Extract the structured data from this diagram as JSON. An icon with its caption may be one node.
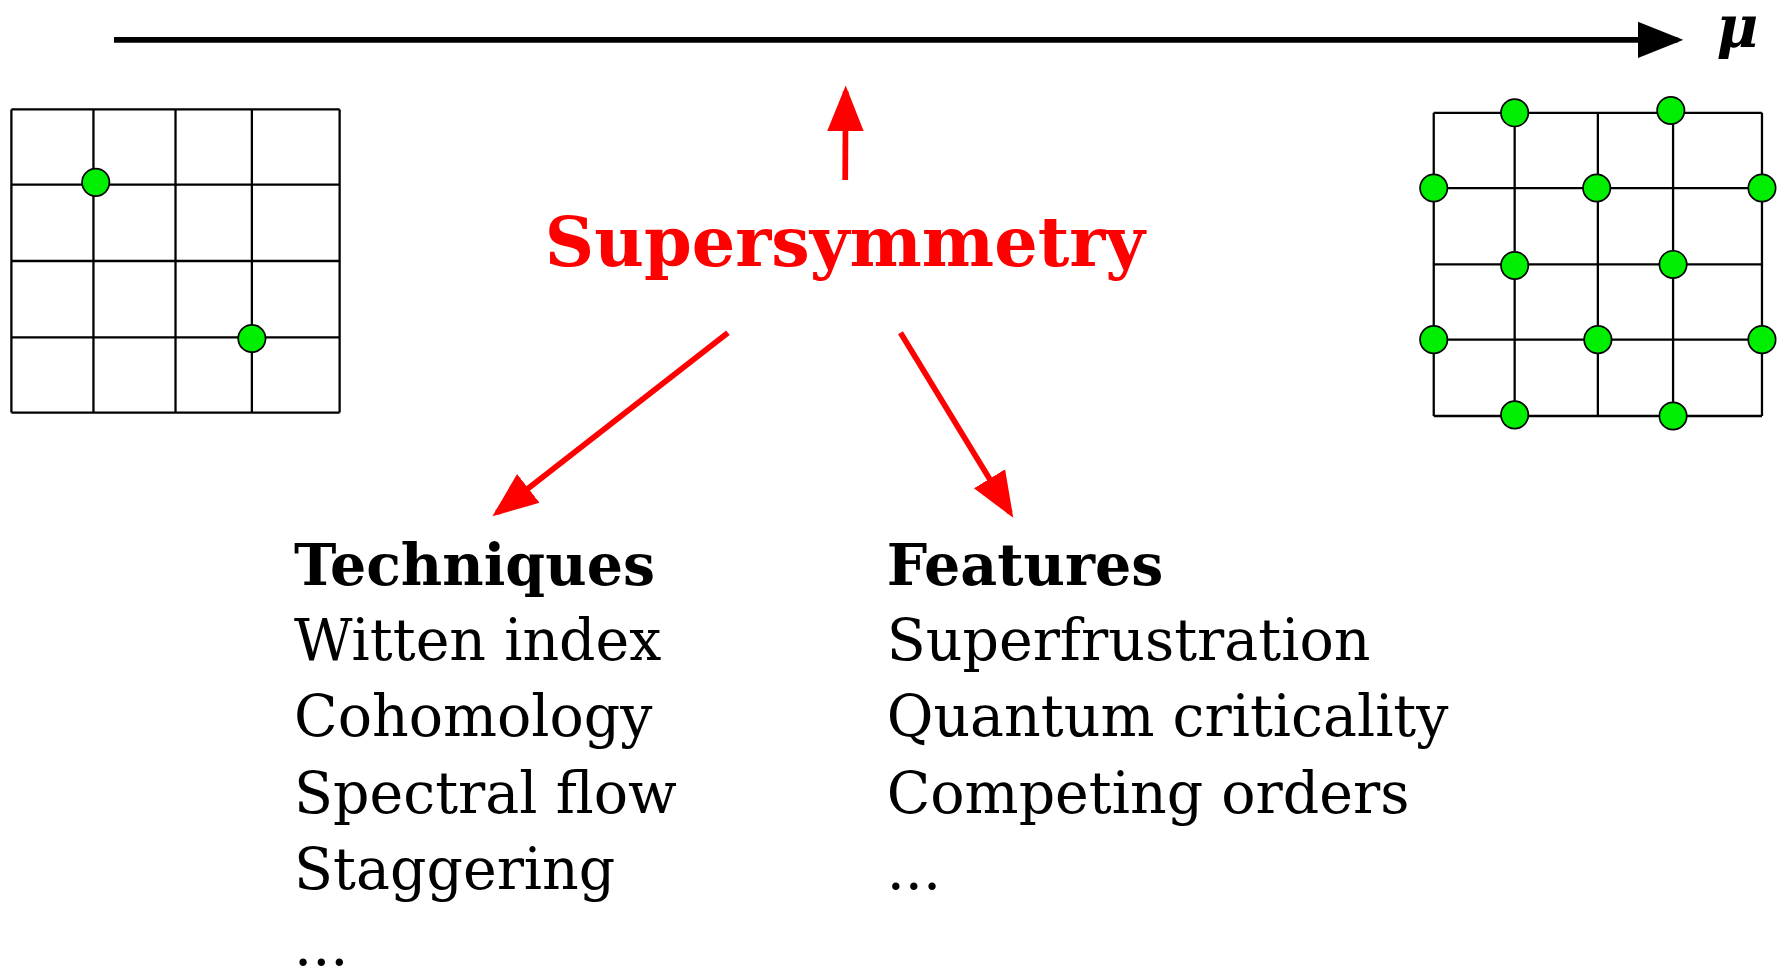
{
  "diagram": {
    "nodes": [
      {
        "text": [
          "Supersymmetry"
        ]
      },
      {
        "text": [
          "Techniques",
          "Witten index",
          "Cohomology",
          "Spectral flow",
          "Staggering",
          "..."
        ]
      },
      {
        "text": [
          "Features",
          "Superfrustration",
          "Quantum criticality",
          "Competing orders",
          "..."
        ]
      }
    ],
    "edges": [
      {
        "from": 0,
        "to": null,
        "arrow": "to"
      },
      {
        "from": 0,
        "to": 1,
        "arrow": "to"
      },
      {
        "from": 0,
        "to": 2,
        "arrow": "to"
      }
    ],
    "labels": [
      "μ"
    ]
  }
}
